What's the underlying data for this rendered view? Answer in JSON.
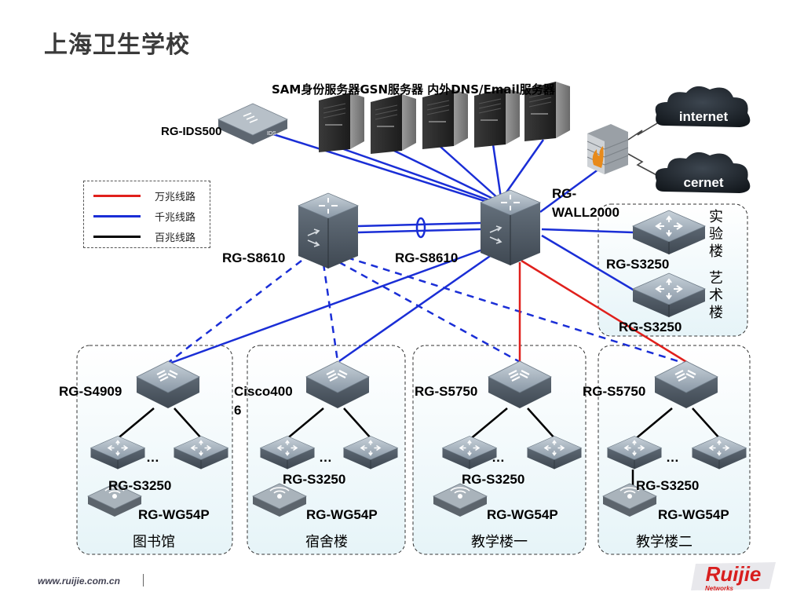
{
  "title": "上海卫生学校",
  "servers_label": "SAM身份服务器GSN服务器 内外DNS/Email服务器",
  "ids_label": "RG-IDS500",
  "ids_badge": "IDS",
  "clouds": {
    "internet": "internet",
    "cernet": "cernet"
  },
  "firewall_label_line1": "RG-",
  "firewall_label_line2": "WALL2000",
  "core_left_label": "RG-S8610",
  "core_right_label": "RG-S8610",
  "legend": {
    "items": [
      {
        "label": "万兆线路",
        "color": "#e0201c"
      },
      {
        "label": "千兆线路",
        "color": "#1a2ed6"
      },
      {
        "label": "百兆线路",
        "color": "#000000"
      }
    ]
  },
  "right_group": {
    "vertical_1": [
      "实",
      "验",
      "楼"
    ],
    "vertical_2": [
      "艺",
      "术",
      "楼"
    ],
    "switch_label_1": "RG-S3250",
    "switch_label_2": "RG-S3250"
  },
  "buildings": [
    {
      "name": "图书馆",
      "agg_label": "RG-S4909",
      "access_label": "RG-S3250",
      "ap_label": "RG-WG54P",
      "ellipsis": "…"
    },
    {
      "name": "宿舍楼",
      "agg_label_1": "Cisco400",
      "agg_label_2": "6",
      "access_label": "RG-S3250",
      "ap_label": "RG-WG54P",
      "ellipsis": "…"
    },
    {
      "name": "教学楼一",
      "agg_label": "RG-S5750",
      "access_label": "RG-S3250",
      "ap_label": "RG-WG54P",
      "ellipsis": "…"
    },
    {
      "name": "教学楼二",
      "agg_label": "RG-S5750",
      "access_label": "RG-S3250",
      "ap_label": "RG-WG54P",
      "ellipsis": "…"
    }
  ],
  "footer": {
    "url": "www.ruijie.com.cn",
    "logo_text": "Ruijie",
    "logo_sub": "Networks"
  },
  "colors": {
    "ten_gig": "#e0201c",
    "gig": "#1a2ed6",
    "hundred": "#000000"
  }
}
